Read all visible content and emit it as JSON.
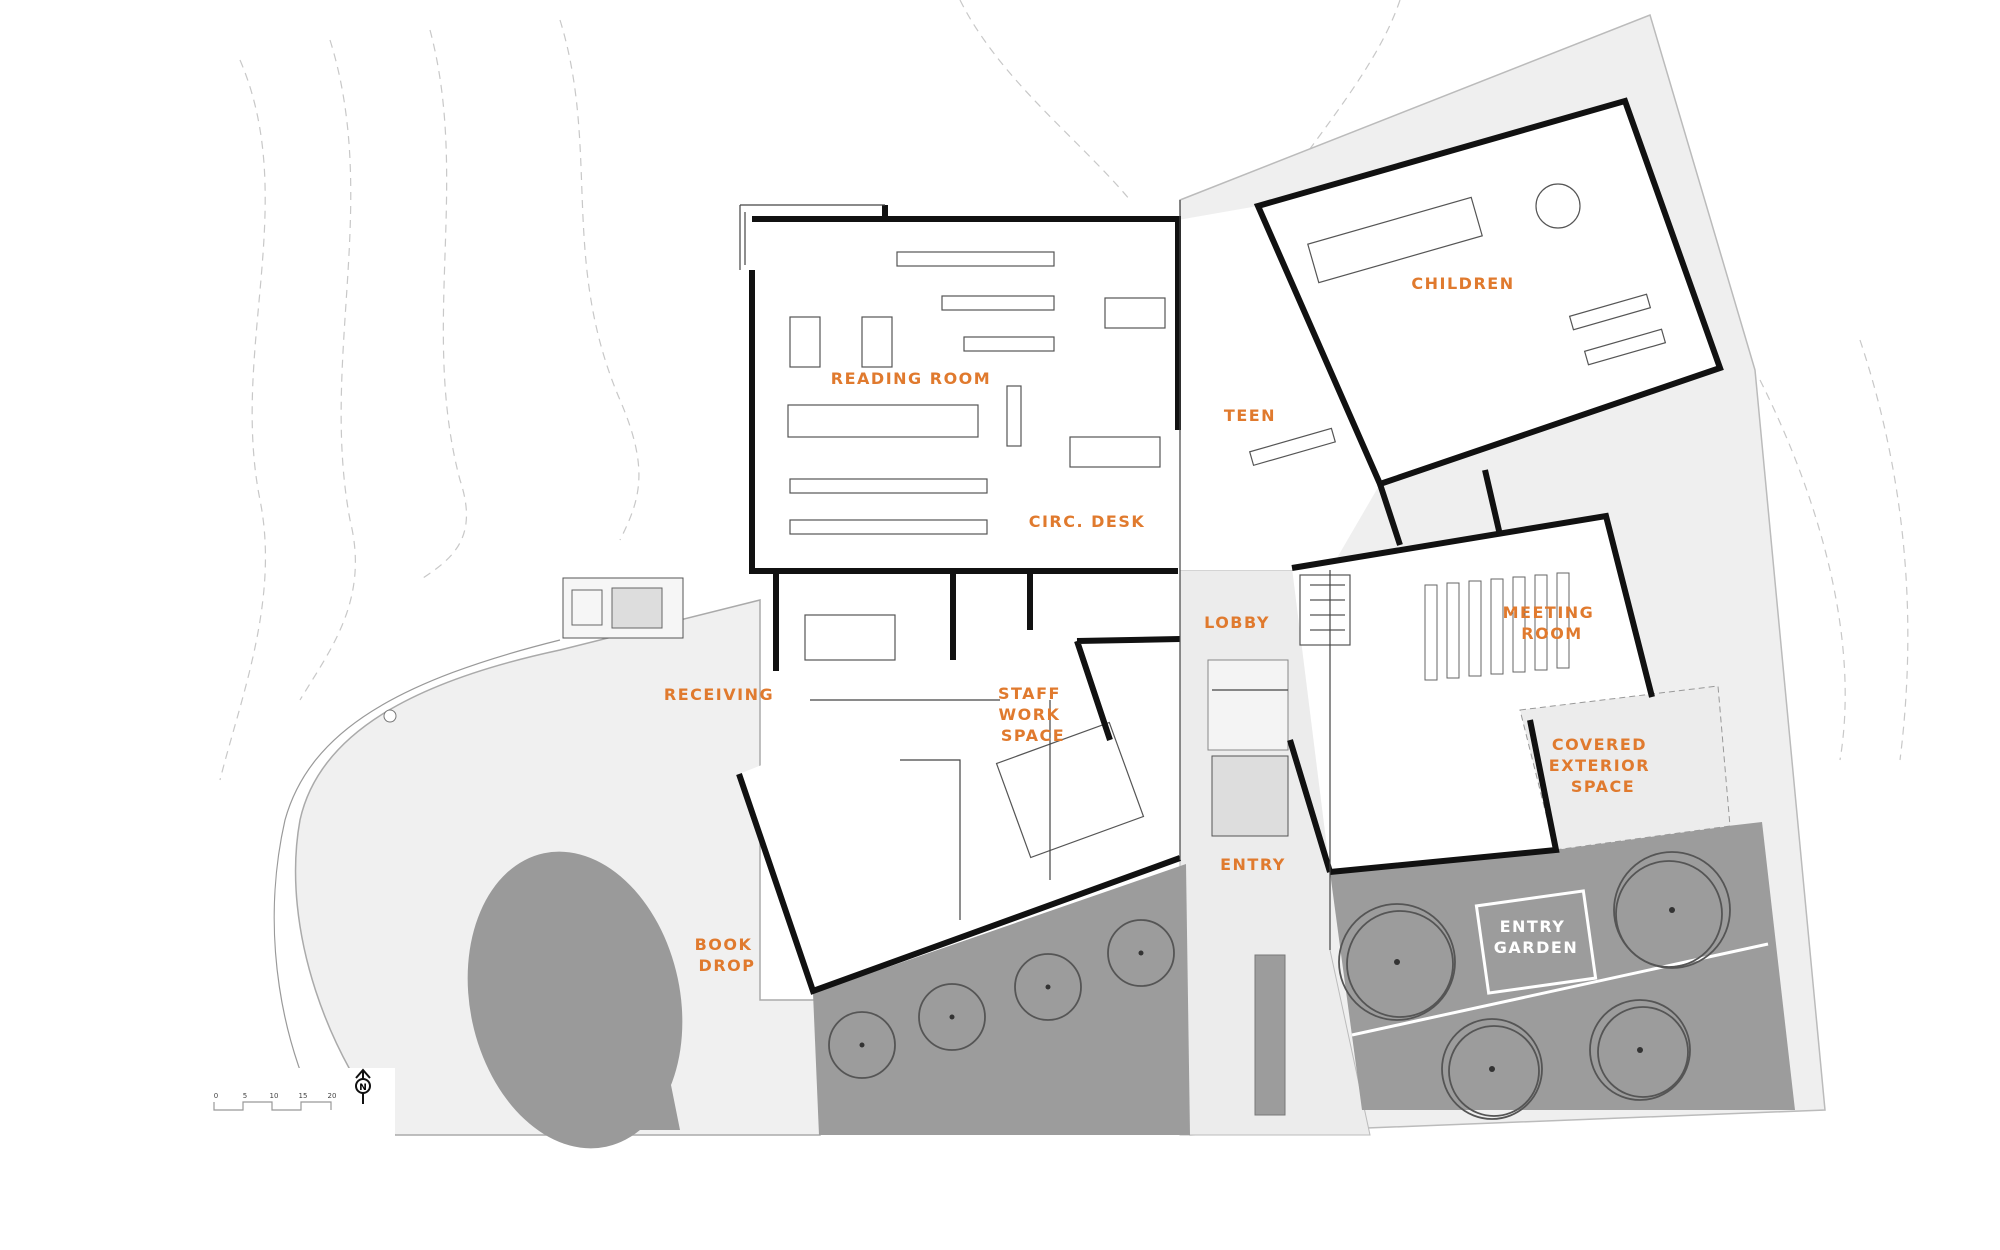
{
  "plan": {
    "label_color": "#e07a2e",
    "garden_label_color": "#ffffff",
    "rooms": {
      "reading_room": "READING ROOM",
      "circ_desk": "CIRC. DESK",
      "children": "CHILDREN",
      "teen": "TEEN",
      "lobby": "LOBBY",
      "meeting_room": [
        "MEETING",
        "ROOM"
      ],
      "receiving": "RECEIVING",
      "staff_work_space": [
        "STAFF",
        "WORK",
        "SPACE"
      ],
      "covered_exterior_space": [
        "COVERED",
        "EXTERIOR",
        "SPACE"
      ],
      "entry": "ENTRY",
      "book_drop": [
        "BOOK",
        "DROP"
      ],
      "entry_garden": [
        "ENTRY",
        "GARDEN"
      ]
    },
    "scale_bar": {
      "ticks": [
        "0",
        "5",
        "10",
        "15",
        "20"
      ]
    },
    "north_arrow": {
      "letter": "N",
      "icon": "north-arrow-icon"
    }
  }
}
